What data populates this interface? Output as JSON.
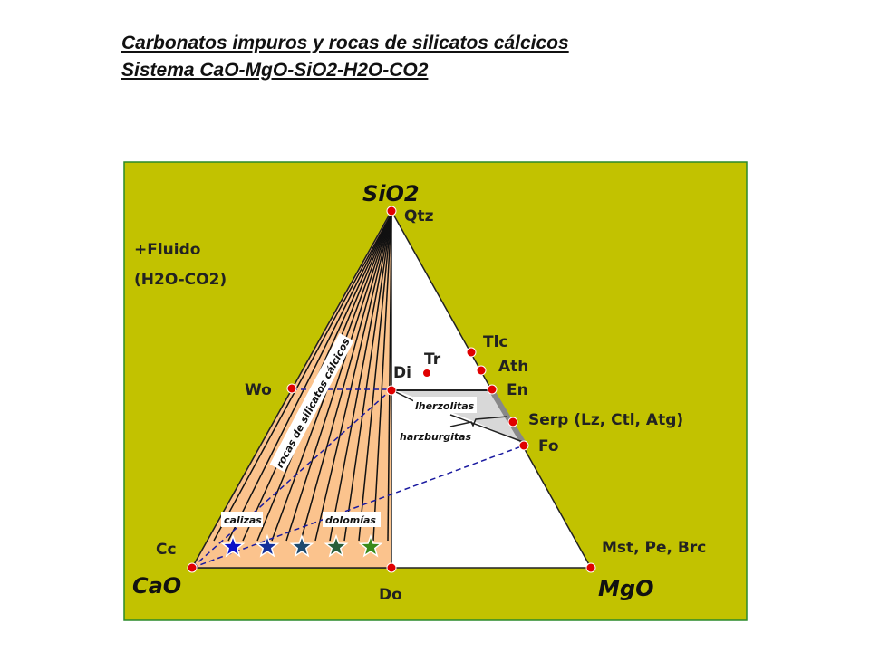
{
  "title": {
    "line1": "Carbonatos impuros y rocas de silicatos cálcicos",
    "line2": "Sistema CaO-MgO-SiO2-H2O-CO2"
  },
  "diagram": {
    "apexes": {
      "top": "SiO2",
      "left": "CaO",
      "right": "MgO"
    },
    "fluid": {
      "line1": "+Fluido",
      "line2": "(H2O-CO2)"
    },
    "minerals": {
      "qtz": "Qtz",
      "tlc": "Tlc",
      "tr": "Tr",
      "ath": "Ath",
      "di": "Di",
      "en": "En",
      "wo": "Wo",
      "serp": "Serp (Lz, Ctl, Atg)",
      "fo": "Fo",
      "cc": "Cc",
      "do": "Do",
      "mst": "Mst, Pe, Brc"
    },
    "fields": {
      "silicates": "rocas de silicatos cálcicos",
      "lherz": "lherzolitas",
      "harz": "harzburgitas",
      "calizas": "calizas",
      "dolomias": "dolomías"
    },
    "colors": {
      "background": "#c2c200",
      "carbonate_field": "#fbc38d",
      "point": "#e00000",
      "tie_dashed": "#1a1aa0",
      "stars": [
        "#0a10c8",
        "#14309a",
        "#1e4a6e",
        "#2a5e3a",
        "#3a8a1a"
      ]
    }
  }
}
